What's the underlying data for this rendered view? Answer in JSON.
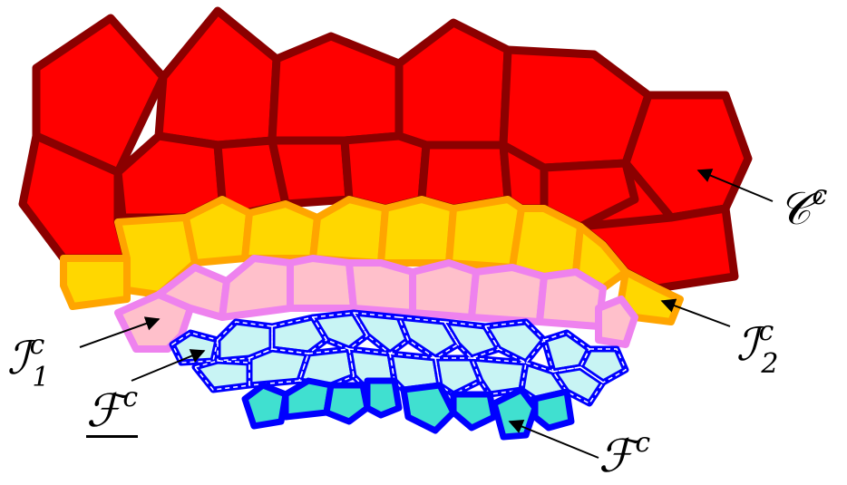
{
  "colors": {
    "core_fill": "#ff0000",
    "core_stroke": "#8b0000",
    "interface2_fill": "#ffd700",
    "interface2_stroke": "#ffa500",
    "interface1_fill": "#ffc0cb",
    "interface1_stroke": "#ee82ee",
    "fringe_fill": "#c8f4f4",
    "fringe_stroke": "#0000ff",
    "fringe_bottom_fill": "#40e0d0",
    "background": "#ffffff"
  },
  "labels": {
    "core": {
      "main": "𝒞",
      "sup": "c"
    },
    "interface2": {
      "main": "ℐ",
      "sup": "c",
      "sub": "2"
    },
    "interface1": {
      "main": "ℐ",
      "sup": "c",
      "sub": "1"
    },
    "fringe_under": {
      "main": "ℱ",
      "sup": "c"
    },
    "fringe": {
      "main": "ℱ",
      "sup": "c"
    }
  }
}
